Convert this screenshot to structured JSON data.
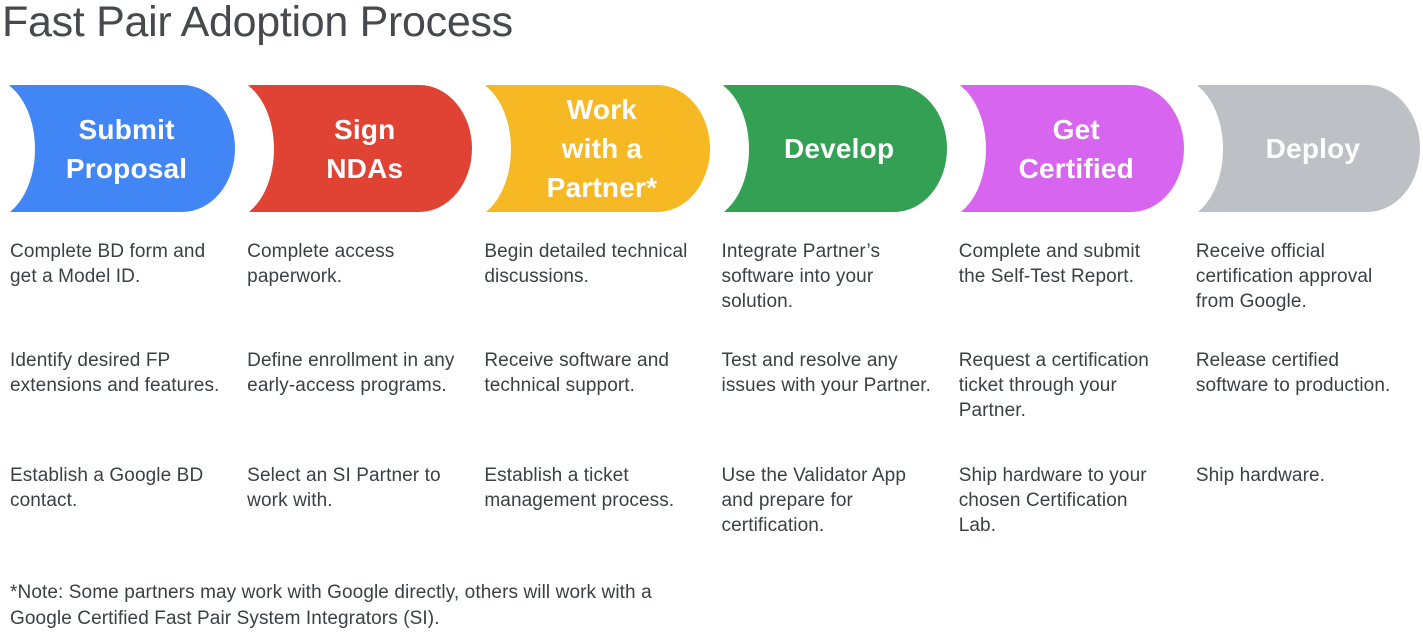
{
  "title": "Fast Pair Adoption Process",
  "palette": {
    "blue": "#4285F4",
    "red": "#E04234",
    "yellow": "#F6B924",
    "green": "#34A053",
    "magenta": "#D765F0",
    "gray": "#BDC0C5",
    "text_dark": "#3C4043",
    "label_white": "#FFFFFF"
  },
  "steps": [
    {
      "label": "Submit\nProposal",
      "color": "#4285F4",
      "details": [
        "Complete BD form and get a Model ID.",
        "Identify desired FP extensions and features.",
        "Establish a Google BD contact."
      ]
    },
    {
      "label": "Sign\nNDAs",
      "color": "#E04234",
      "details": [
        "Complete access paperwork.",
        "Define enrollment in any early-access programs.",
        "Select an SI Partner to work with."
      ]
    },
    {
      "label": "Work\nwith a\nPartner*",
      "color": "#F6B924",
      "details": [
        "Begin detailed technical discussions.",
        "Receive software and technical support.",
        "Establish a ticket management process."
      ]
    },
    {
      "label": "Develop",
      "color": "#34A053",
      "details": [
        "Integrate Partner’s software into your solution.",
        "Test and resolve any issues with your Partner.",
        "Use the Validator App and prepare for certification."
      ]
    },
    {
      "label": "Get\nCertified",
      "color": "#D765F0",
      "details": [
        "Complete and submit the Self-Test Report.",
        "Request a certification ticket through your Partner.",
        "Ship hardware to your chosen Certification Lab."
      ]
    },
    {
      "label": "Deploy",
      "color": "#BDC0C5",
      "details": [
        "Receive official certification approval from Google.",
        "Release certified software to production.",
        "Ship hardware."
      ]
    }
  ],
  "footnote": "*Note: Some partners may work with Google directly, others will work with a Google Certified Fast Pair System Integrators (SI)."
}
